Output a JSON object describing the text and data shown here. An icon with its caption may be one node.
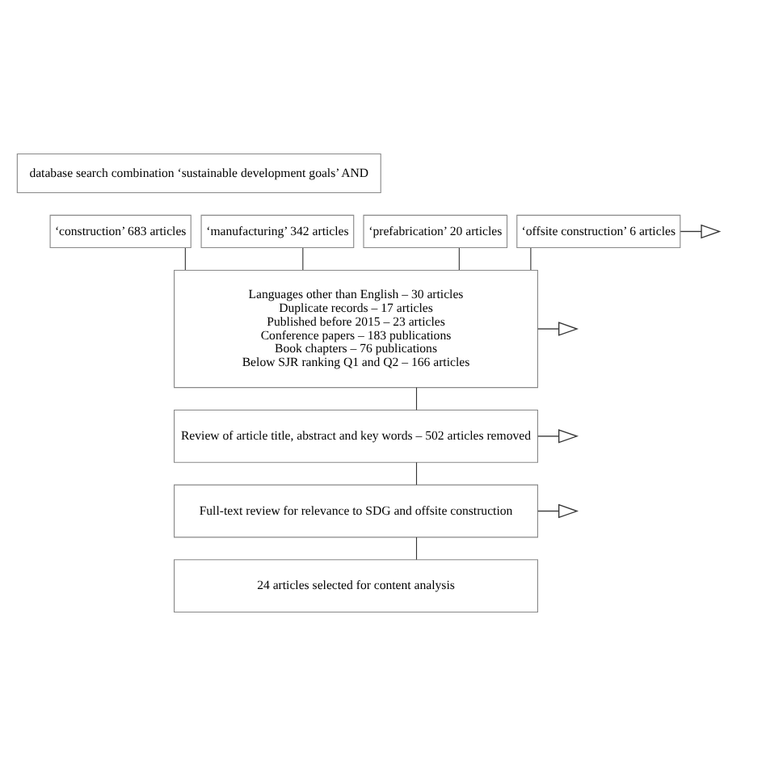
{
  "diagram": {
    "nodes": [
      {
        "text": [
          "database search combination ‘sustainable development goals’ AND"
        ]
      },
      {
        "text": [
          "‘construction’ 683 articles"
        ]
      },
      {
        "text": [
          "‘manufacturing’ 342 articles"
        ]
      },
      {
        "text": [
          "‘prefabrication’ 20 articles"
        ]
      },
      {
        "text": [
          "‘offsite construction’ 6 articles"
        ]
      },
      {
        "text": [
          "Languages other than English – 30 articles",
          "Duplicate records – 17 articles",
          "Published before 2015 – 23 articles",
          "Conference papers – 183 publications",
          "Book chapters – 76 publications",
          "Below SJR ranking Q1 and Q2 – 166 articles"
        ]
      },
      {
        "text": [
          "Review of article title, abstract and key words – 502 articles removed"
        ]
      },
      {
        "text": [
          "Full-text review for relevance to SDG and offsite construction"
        ]
      },
      {
        "text": [
          "24 articles selected for content analysis"
        ]
      }
    ],
    "edges": [
      {
        "from": 1,
        "to": 5,
        "arrow": "none"
      },
      {
        "from": 2,
        "to": 5,
        "arrow": "none"
      },
      {
        "from": 3,
        "to": 5,
        "arrow": "none"
      },
      {
        "from": 4,
        "to": 5,
        "arrow": "none"
      },
      {
        "from": 5,
        "to": 6,
        "arrow": "none"
      },
      {
        "from": 6,
        "to": 7,
        "arrow": "none"
      },
      {
        "from": 7,
        "to": 8,
        "arrow": "none"
      },
      {
        "from": 4,
        "to": null,
        "arrow": "to"
      },
      {
        "from": 5,
        "to": null,
        "arrow": "to"
      },
      {
        "from": 6,
        "to": null,
        "arrow": "to"
      },
      {
        "from": 7,
        "to": null,
        "arrow": "to"
      }
    ]
  }
}
